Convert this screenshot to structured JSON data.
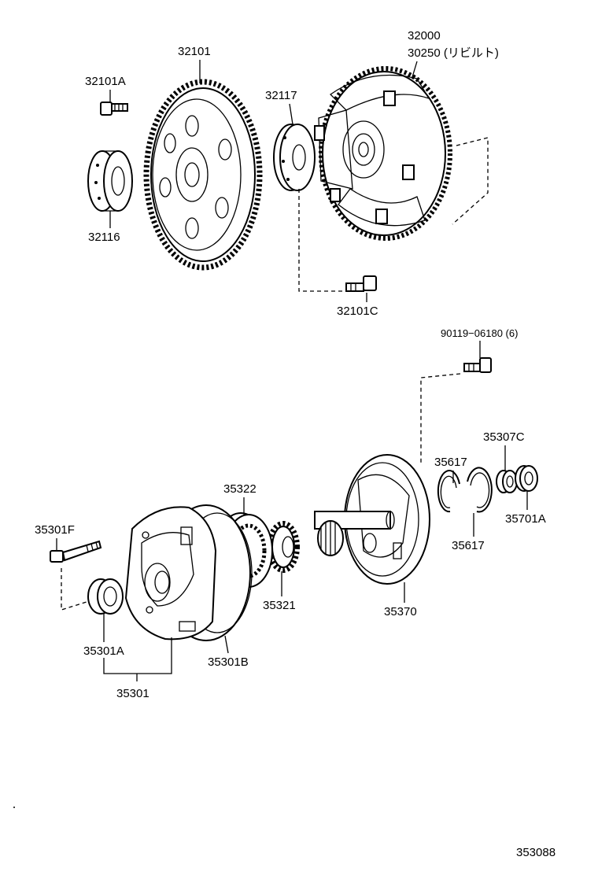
{
  "labels": {
    "p32101": "32101",
    "p32101A": "32101A",
    "p32116": "32116",
    "p32117": "32117",
    "p32000": "32000",
    "p30250": "30250 (リビルト)",
    "p32101C": "32101C",
    "p90119": "90119−06180 (6)",
    "p35307C": "35307C",
    "p35617a": "35617",
    "p35617b": "35617",
    "p35701A": "35701A",
    "p35322": "35322",
    "p35301F": "35301F",
    "p35321": "35321",
    "p35370": "35370",
    "p35301A": "35301A",
    "p35301B": "35301B",
    "p35301": "35301"
  },
  "diagram_id": "353088"
}
